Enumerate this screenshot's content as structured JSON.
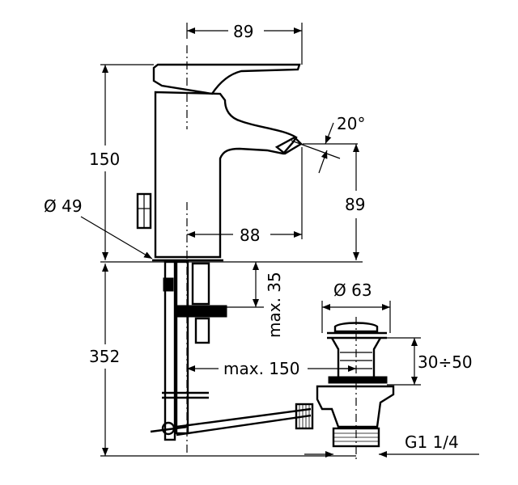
{
  "dimensions": {
    "spout_reach_top": "89",
    "spout_angle": "20°",
    "total_height": "150",
    "body_diameter": "Ø 49",
    "spout_height": "89",
    "spout_reach": "88",
    "deck_thickness": "max. 35",
    "below_deck_height": "352",
    "popup_diameter": "Ø 63",
    "waste_distance": "max. 150",
    "waste_adjust": "30÷50",
    "waste_thread": "G1 1/4"
  }
}
